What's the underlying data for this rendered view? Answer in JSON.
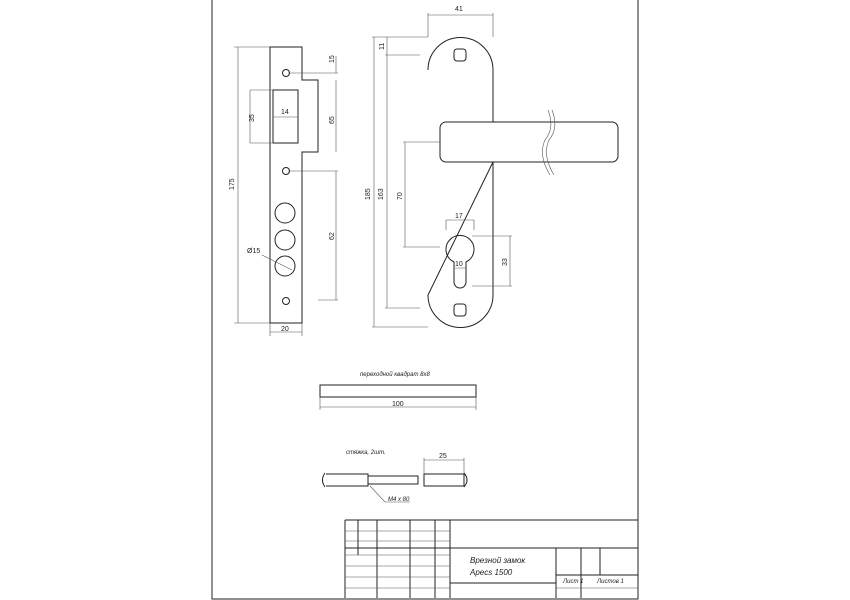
{
  "strike_plate": {
    "dims": {
      "height": "175",
      "width": "20",
      "top": "15",
      "notch": "65",
      "slot_h": "35",
      "slot_w": "14",
      "lower": "62",
      "hole_d": "Ø15"
    }
  },
  "handle": {
    "dims": {
      "width": "41",
      "total": "185",
      "inner": "163",
      "top": "11",
      "handle_to_cyl": "70",
      "cyl_w": "17",
      "cyl_slot": "10",
      "cyl_h": "33"
    }
  },
  "spindle": {
    "label": "переходной квадрат 8x8",
    "length": "100"
  },
  "bolts": {
    "label": "стяжка, 2шт.",
    "size": "M4 x 80",
    "sleeve": "25"
  },
  "title_block": {
    "name_line1": "Врезной замок",
    "name_line2": "Apecs 1500",
    "sheet": "Лист 1",
    "sheets": "Листов 1"
  }
}
